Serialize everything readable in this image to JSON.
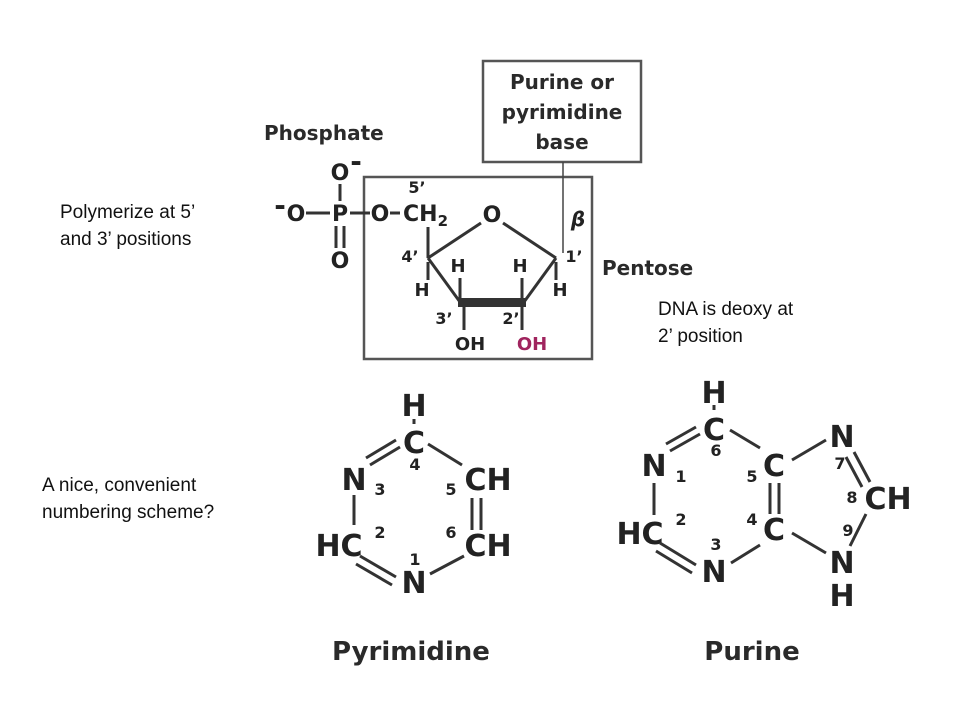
{
  "notes": {
    "polymerize": [
      "Polymerize at 5’",
      "and 3’ positions"
    ],
    "deoxy": [
      "DNA is deoxy at",
      "2’ position"
    ],
    "numbering": [
      "A nice, convenient",
      "numbering scheme?"
    ]
  },
  "nucleotide": {
    "base_box": [
      "Purine  or",
      "pyrimidine",
      "base"
    ],
    "phosphate_label": "Phosphate",
    "pentose_label": "Pentose",
    "minus": "-",
    "O": "O",
    "P": "P",
    "CH2": "CH",
    "sub2": "2",
    "H": "H",
    "OH": "OH",
    "beta": "β",
    "pos_5": "5’",
    "pos_4": "4’",
    "pos_3": "3’",
    "pos_2": "2’",
    "pos_1": "1’",
    "oh_2_color": "#a0245e"
  },
  "pyrimidine": {
    "title": "Pyrimidine",
    "H": "H",
    "C": "C",
    "N": "N",
    "CH": "CH",
    "HC": "HC",
    "n1": "1",
    "n2": "2",
    "n3": "3",
    "n4": "4",
    "n5": "5",
    "n6": "6"
  },
  "purine": {
    "title": "Purine",
    "H": "H",
    "C": "C",
    "N": "N",
    "CH": "CH",
    "HC": "HC",
    "n1": "1",
    "n2": "2",
    "n3": "3",
    "n4": "4",
    "n5": "5",
    "n6": "6",
    "n7": "7",
    "n8": "8",
    "n9": "9"
  }
}
